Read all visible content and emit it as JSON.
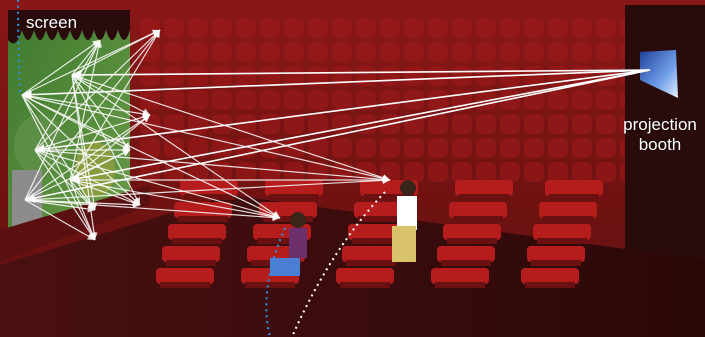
{
  "labels": {
    "screen": "screen",
    "booth_line1": "projection",
    "booth_line2": "booth"
  },
  "colors": {
    "wall": "#7d1414",
    "seat": "#b51d1d",
    "floor": "#3a0d0d",
    "screen_image": "#4f8a3a",
    "projector_light": "#4a7fd4",
    "ray": "#ffffff",
    "eye_path": "#2b8fd6"
  },
  "icons": [
    "projector-window-icon",
    "viewer-figure-icon"
  ]
}
